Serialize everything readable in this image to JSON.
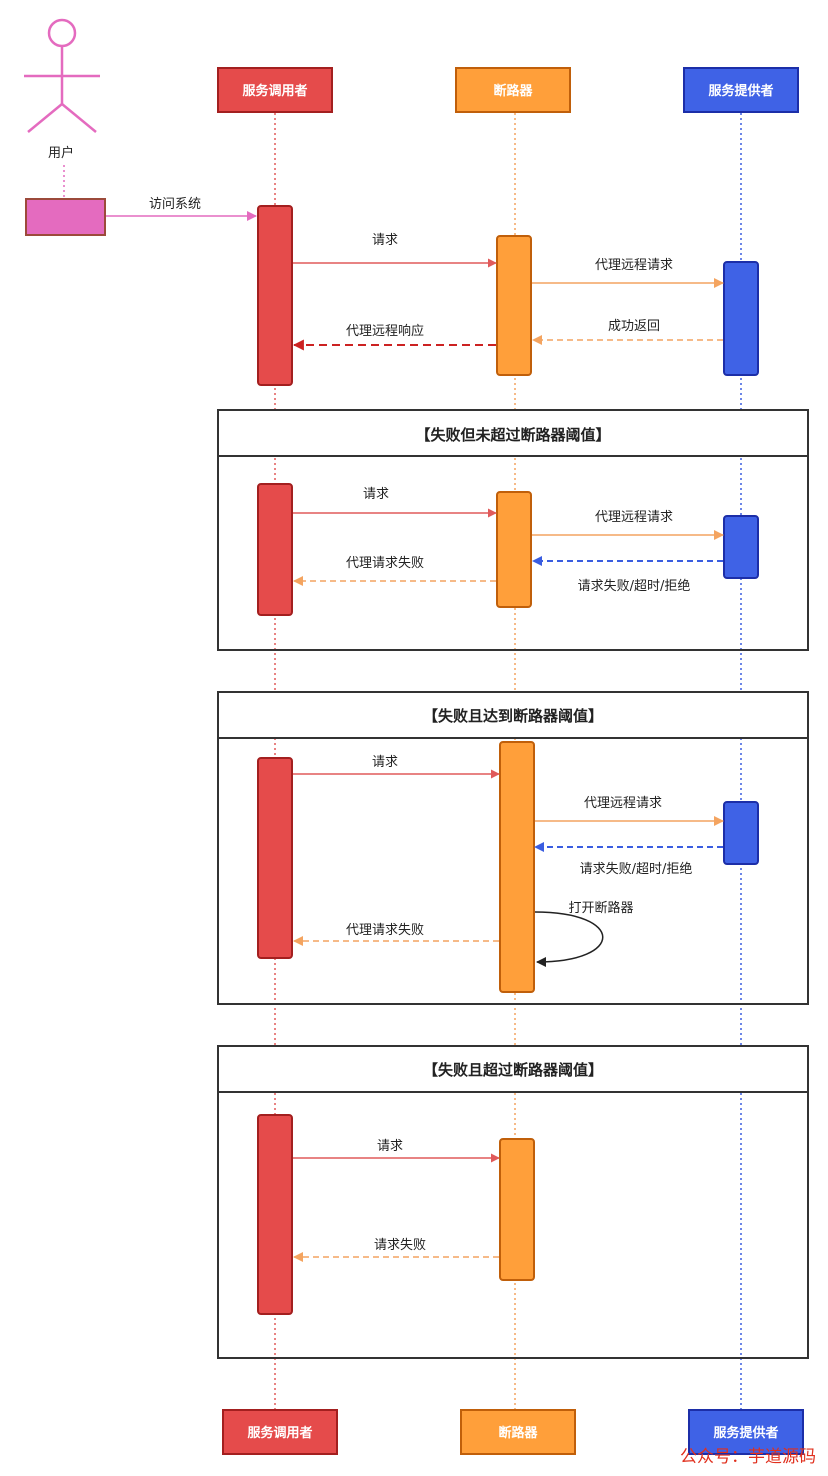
{
  "colors": {
    "caller": "#e54b4b",
    "caller_border": "#a31f1f",
    "breaker": "#ff9f3a",
    "breaker_border": "#c05f0a",
    "provider": "#3f62e6",
    "provider_border": "#1c2ea8",
    "user": "#e46bbf",
    "user_border": "#9c4a3b",
    "line_red": "#e05a5a",
    "line_orange": "#f4a460",
    "line_blue": "#3a5de0",
    "line_black": "#222222",
    "frame": "#333333"
  },
  "actors": {
    "user": {
      "label": "用户"
    },
    "caller": {
      "label": "服务调用者"
    },
    "breaker": {
      "label": "断路器"
    },
    "provider": {
      "label": "服务提供者"
    }
  },
  "messages": {
    "visit_system": "访问系统",
    "request": "请求",
    "proxy_remote_request": "代理远程请求",
    "success_return": "成功返回",
    "proxy_remote_response": "代理远程响应",
    "proxy_request_failed": "代理请求失败",
    "request_fail_timeout_reject": "请求失败/超时/拒绝",
    "open_breaker": "打开断路器",
    "request_failed": "请求失败"
  },
  "frames": {
    "below_threshold": "【失败但未超过断路器阈值】",
    "reach_threshold": "【失败且达到断路器阈值】",
    "exceed_threshold": "【失败且超过断路器阈值】"
  },
  "watermark": "公众号：芋道源码"
}
